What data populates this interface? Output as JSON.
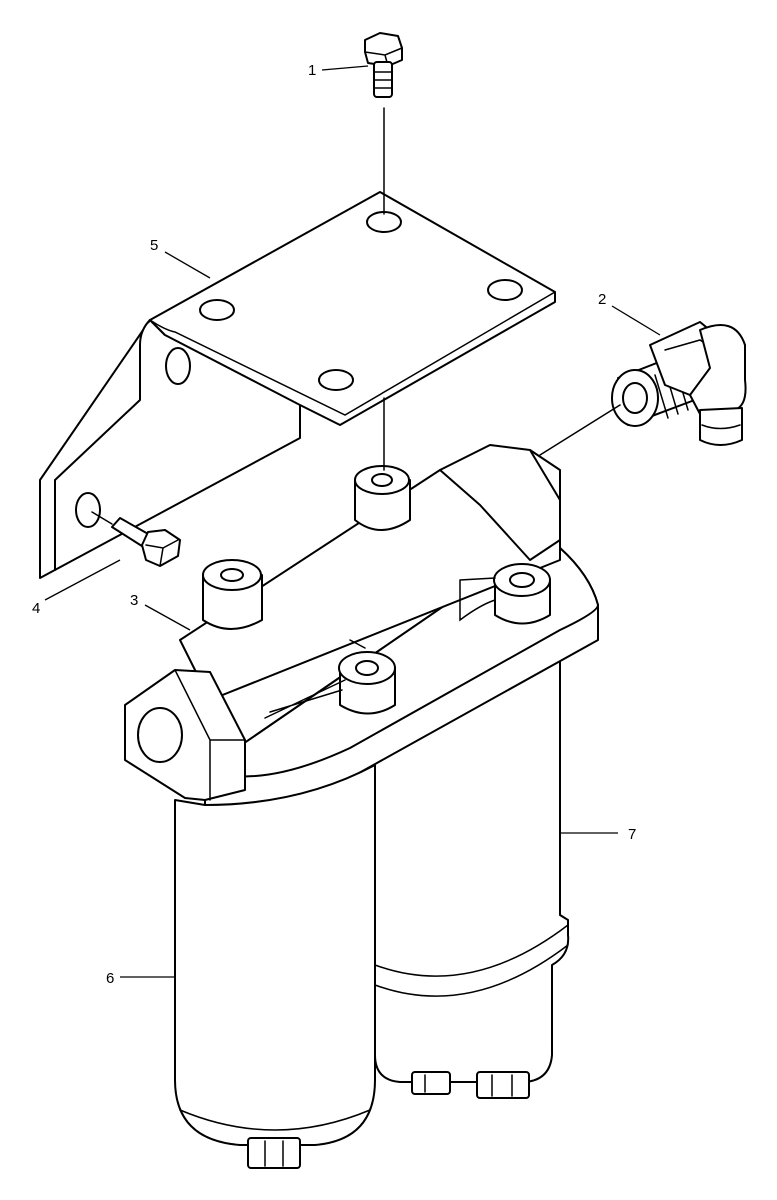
{
  "callouts": [
    {
      "id": "1"
    },
    {
      "id": "2"
    },
    {
      "id": "3"
    },
    {
      "id": "4"
    },
    {
      "id": "5"
    },
    {
      "id": "6"
    },
    {
      "id": "7"
    }
  ]
}
